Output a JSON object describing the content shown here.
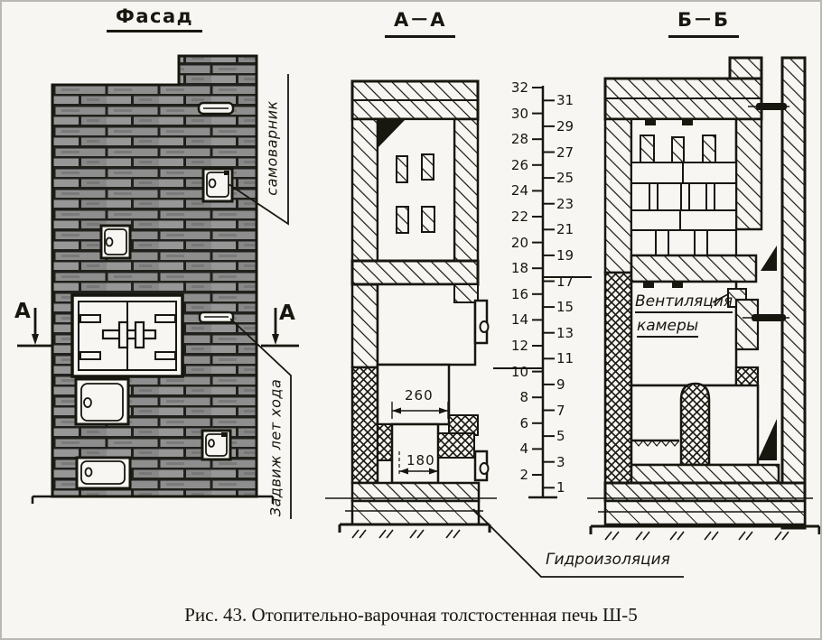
{
  "figure": {
    "caption": "Рис. 43. Отопительно-варочная толстостенная печь Ш-5"
  },
  "views": {
    "facade": {
      "title": "Фасад"
    },
    "section_aa": {
      "title": "А－А"
    },
    "section_bb": {
      "title": "Б－Б"
    }
  },
  "labels": {
    "samovarnik": "самоварник",
    "summer_damper": "Задвиж лет хода",
    "section_marker_left": "А",
    "section_marker_right": "А",
    "ventilation_line1": "Вентиляция",
    "ventilation_line2": "камеры",
    "waterproofing": "Гидроизоляция"
  },
  "dimensions": {
    "firebox_width": "260",
    "ashpit_width": "180"
  },
  "ruler": {
    "even_rows": [
      "32",
      "30",
      "28",
      "26",
      "24",
      "22",
      "20",
      "18",
      "16",
      "14",
      "12",
      "10",
      "8",
      "6",
      "4",
      "2"
    ],
    "odd_rows": [
      "31",
      "29",
      "27",
      "25",
      "23",
      "21",
      "19",
      "17",
      "15",
      "13",
      "11",
      "9",
      "7",
      "5",
      "3",
      "1"
    ]
  },
  "colors": {
    "ink": "#17170f",
    "paper": "#f7f6f2",
    "brick": "#8e8e8e"
  }
}
